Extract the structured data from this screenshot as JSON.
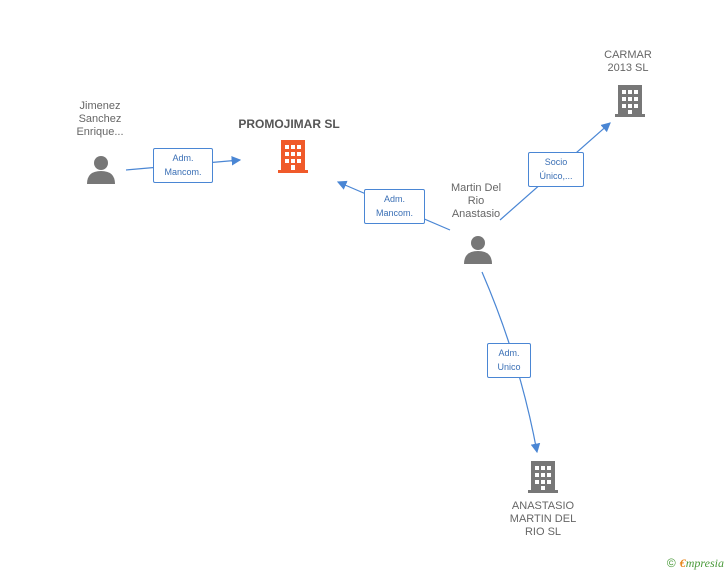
{
  "nodes": {
    "promojimar": {
      "label": "PROMOJIMAR SL",
      "type": "company",
      "color": "#f05a2a"
    },
    "carmar": {
      "label_line1": "CARMAR",
      "label_line2": "2013  SL",
      "type": "company",
      "color": "#777777"
    },
    "anastasio_sl": {
      "label_line1": "ANASTASIO",
      "label_line2": "MARTIN DEL",
      "label_line3": "RIO SL",
      "type": "company",
      "color": "#777777"
    },
    "jimenez": {
      "label_line1": "Jimenez",
      "label_line2": "Sanchez",
      "label_line3": "Enrique...",
      "type": "person",
      "color": "#777777"
    },
    "martin": {
      "label_line1": "Martin Del",
      "label_line2": "Rio",
      "label_line3": "Anastasio",
      "type": "person",
      "color": "#777777"
    }
  },
  "edges": {
    "jimenez_promojimar": {
      "line1": "Adm.",
      "line2": "Mancom."
    },
    "martin_promojimar": {
      "line1": "Adm.",
      "line2": "Mancom."
    },
    "martin_carmar": {
      "line1": "Socio",
      "line2": "Único,..."
    },
    "martin_anastasio": {
      "line1": "Adm.",
      "line2": "Unico"
    }
  },
  "colors": {
    "edge": "#4a86d4",
    "accent": "#f05a2a",
    "neutral": "#777777"
  },
  "footer": {
    "copyright": "©",
    "brand_first": "€",
    "brand_rest": "mpresia"
  }
}
